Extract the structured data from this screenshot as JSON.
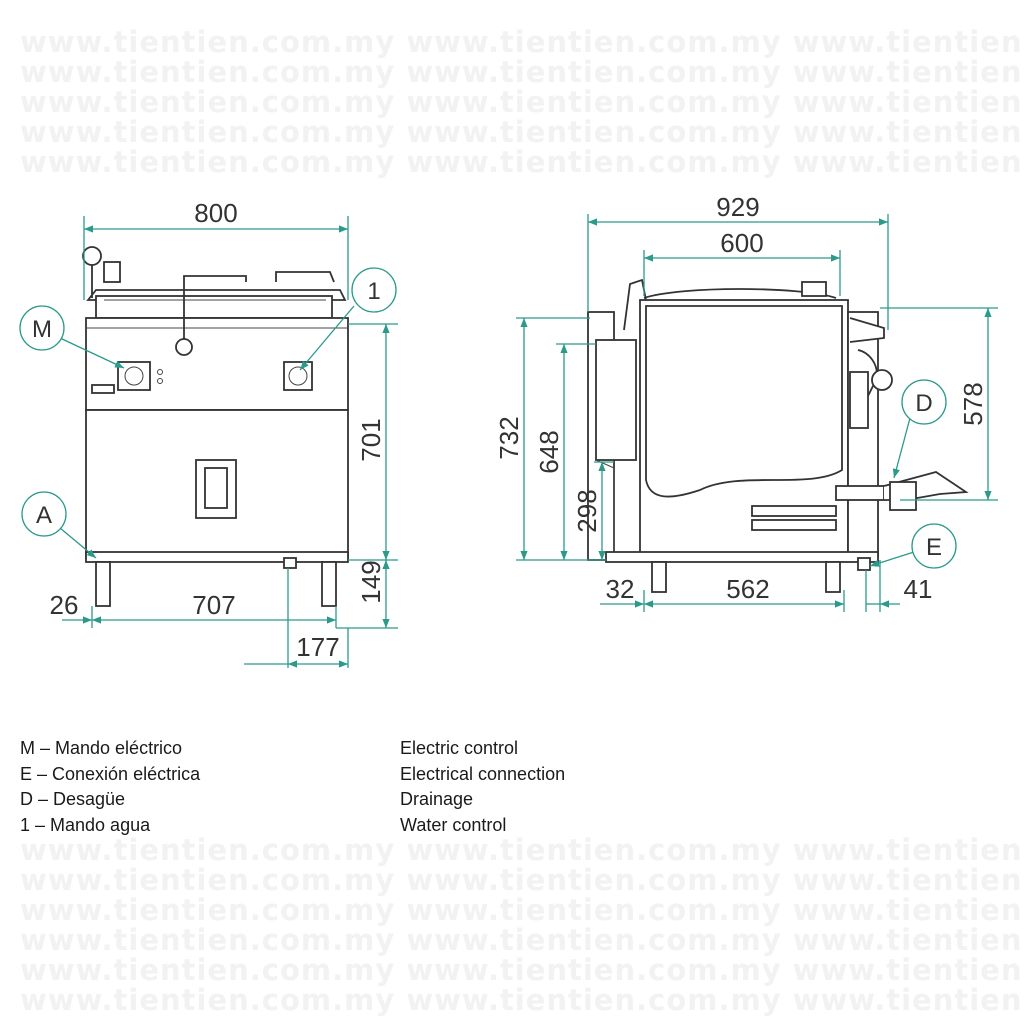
{
  "watermark": {
    "text": "www.tientien.com.my www.tientien.com.my www.tientien.com.my"
  },
  "front_view": {
    "dimensions": {
      "overall_width": "800",
      "inner_width": "707",
      "side_offset": "26",
      "depth_offset": "177",
      "height": "701",
      "leg_height": "149"
    },
    "callouts": {
      "m": "M",
      "one": "1",
      "a": "A"
    }
  },
  "side_view": {
    "dimensions": {
      "overall_width": "929",
      "pot_width": "600",
      "total_height": "732",
      "height_648": "648",
      "height_298": "298",
      "tap_height": "578",
      "left_offset": "32",
      "base_width": "562",
      "right_offset": "41"
    },
    "callouts": {
      "d": "D",
      "e": "E"
    }
  },
  "legend": [
    {
      "es": "M – Mando eléctrico",
      "en": "Electric control"
    },
    {
      "es": "E – Conexión eléctrica",
      "en": "Electrical connection"
    },
    {
      "es": "D – Desagüe",
      "en": "Drainage"
    },
    {
      "es": "1 – Mando agua",
      "en": "Water control"
    }
  ],
  "colors": {
    "dimension_line": "#2a9a8a",
    "machine_outline": "#333333",
    "watermark": "#f2f2f2"
  }
}
